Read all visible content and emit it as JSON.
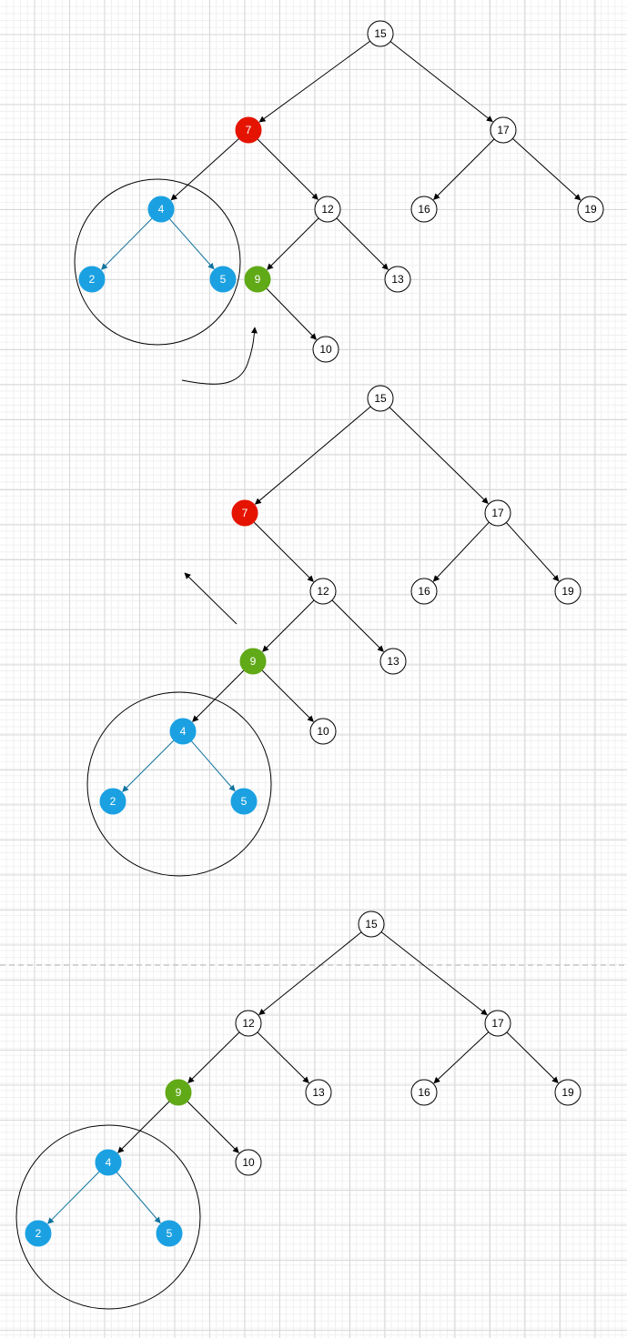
{
  "colors": {
    "node_default": "#ffffff",
    "node_red": "#e51400",
    "node_green": "#60a917",
    "node_blue": "#1ba1e2",
    "edge_default": "#000000",
    "edge_blue": "#10739e",
    "text_default": "#000000",
    "text_colored": "#ffffff",
    "separator": "#c8c8c8"
  },
  "diagrams": [
    {
      "nodes": [
        {
          "id": "n15",
          "label": "15",
          "color": "default"
        },
        {
          "id": "n7",
          "label": "7",
          "color": "red"
        },
        {
          "id": "n17",
          "label": "17",
          "color": "default"
        },
        {
          "id": "n4",
          "label": "4",
          "color": "blue"
        },
        {
          "id": "n12",
          "label": "12",
          "color": "default"
        },
        {
          "id": "n16",
          "label": "16",
          "color": "default"
        },
        {
          "id": "n19",
          "label": "19",
          "color": "default"
        },
        {
          "id": "n2",
          "label": "2",
          "color": "blue"
        },
        {
          "id": "n5",
          "label": "5",
          "color": "blue"
        },
        {
          "id": "n9",
          "label": "9",
          "color": "green"
        },
        {
          "id": "n13",
          "label": "13",
          "color": "default"
        },
        {
          "id": "n10",
          "label": "10",
          "color": "default"
        }
      ],
      "edges": [
        {
          "from": "n15",
          "to": "n7",
          "color": "default"
        },
        {
          "from": "n15",
          "to": "n17",
          "color": "default"
        },
        {
          "from": "n7",
          "to": "n4",
          "color": "default"
        },
        {
          "from": "n7",
          "to": "n12",
          "color": "default"
        },
        {
          "from": "n17",
          "to": "n16",
          "color": "default"
        },
        {
          "from": "n17",
          "to": "n19",
          "color": "default"
        },
        {
          "from": "n4",
          "to": "n2",
          "color": "blue"
        },
        {
          "from": "n4",
          "to": "n5",
          "color": "blue"
        },
        {
          "from": "n12",
          "to": "n9",
          "color": "default"
        },
        {
          "from": "n12",
          "to": "n13",
          "color": "default"
        },
        {
          "from": "n9",
          "to": "n10",
          "color": "default"
        }
      ],
      "subtree_circle": "highlighted subtree 4-2-5"
    },
    {
      "nodes": [
        {
          "id": "n15",
          "label": "15",
          "color": "default"
        },
        {
          "id": "n7",
          "label": "7",
          "color": "red"
        },
        {
          "id": "n17",
          "label": "17",
          "color": "default"
        },
        {
          "id": "n12",
          "label": "12",
          "color": "default"
        },
        {
          "id": "n16",
          "label": "16",
          "color": "default"
        },
        {
          "id": "n19",
          "label": "19",
          "color": "default"
        },
        {
          "id": "n9",
          "label": "9",
          "color": "green"
        },
        {
          "id": "n13",
          "label": "13",
          "color": "default"
        },
        {
          "id": "n4",
          "label": "4",
          "color": "blue"
        },
        {
          "id": "n10",
          "label": "10",
          "color": "default"
        },
        {
          "id": "n2",
          "label": "2",
          "color": "blue"
        },
        {
          "id": "n5",
          "label": "5",
          "color": "blue"
        }
      ],
      "edges": [
        {
          "from": "n15",
          "to": "n7",
          "color": "default"
        },
        {
          "from": "n15",
          "to": "n17",
          "color": "default"
        },
        {
          "from": "n7",
          "to": "n12",
          "color": "default"
        },
        {
          "from": "n17",
          "to": "n16",
          "color": "default"
        },
        {
          "from": "n17",
          "to": "n19",
          "color": "default"
        },
        {
          "from": "n12",
          "to": "n9",
          "color": "default"
        },
        {
          "from": "n12",
          "to": "n13",
          "color": "default"
        },
        {
          "from": "n9",
          "to": "n4",
          "color": "default"
        },
        {
          "from": "n9",
          "to": "n10",
          "color": "default"
        },
        {
          "from": "n4",
          "to": "n2",
          "color": "blue"
        },
        {
          "from": "n4",
          "to": "n5",
          "color": "blue"
        }
      ]
    },
    {
      "nodes": [
        {
          "id": "n15",
          "label": "15",
          "color": "default"
        },
        {
          "id": "n12",
          "label": "12",
          "color": "default"
        },
        {
          "id": "n17",
          "label": "17",
          "color": "default"
        },
        {
          "id": "n9",
          "label": "9",
          "color": "green"
        },
        {
          "id": "n13",
          "label": "13",
          "color": "default"
        },
        {
          "id": "n16",
          "label": "16",
          "color": "default"
        },
        {
          "id": "n19",
          "label": "19",
          "color": "default"
        },
        {
          "id": "n4",
          "label": "4",
          "color": "blue"
        },
        {
          "id": "n10",
          "label": "10",
          "color": "default"
        },
        {
          "id": "n2",
          "label": "2",
          "color": "blue"
        },
        {
          "id": "n5",
          "label": "5",
          "color": "blue"
        }
      ],
      "edges": [
        {
          "from": "n15",
          "to": "n12",
          "color": "default"
        },
        {
          "from": "n15",
          "to": "n17",
          "color": "default"
        },
        {
          "from": "n12",
          "to": "n9",
          "color": "default"
        },
        {
          "from": "n12",
          "to": "n13",
          "color": "default"
        },
        {
          "from": "n17",
          "to": "n16",
          "color": "default"
        },
        {
          "from": "n17",
          "to": "n19",
          "color": "default"
        },
        {
          "from": "n9",
          "to": "n4",
          "color": "default"
        },
        {
          "from": "n9",
          "to": "n10",
          "color": "default"
        },
        {
          "from": "n4",
          "to": "n2",
          "color": "blue"
        },
        {
          "from": "n4",
          "to": "n5",
          "color": "blue"
        }
      ]
    }
  ]
}
